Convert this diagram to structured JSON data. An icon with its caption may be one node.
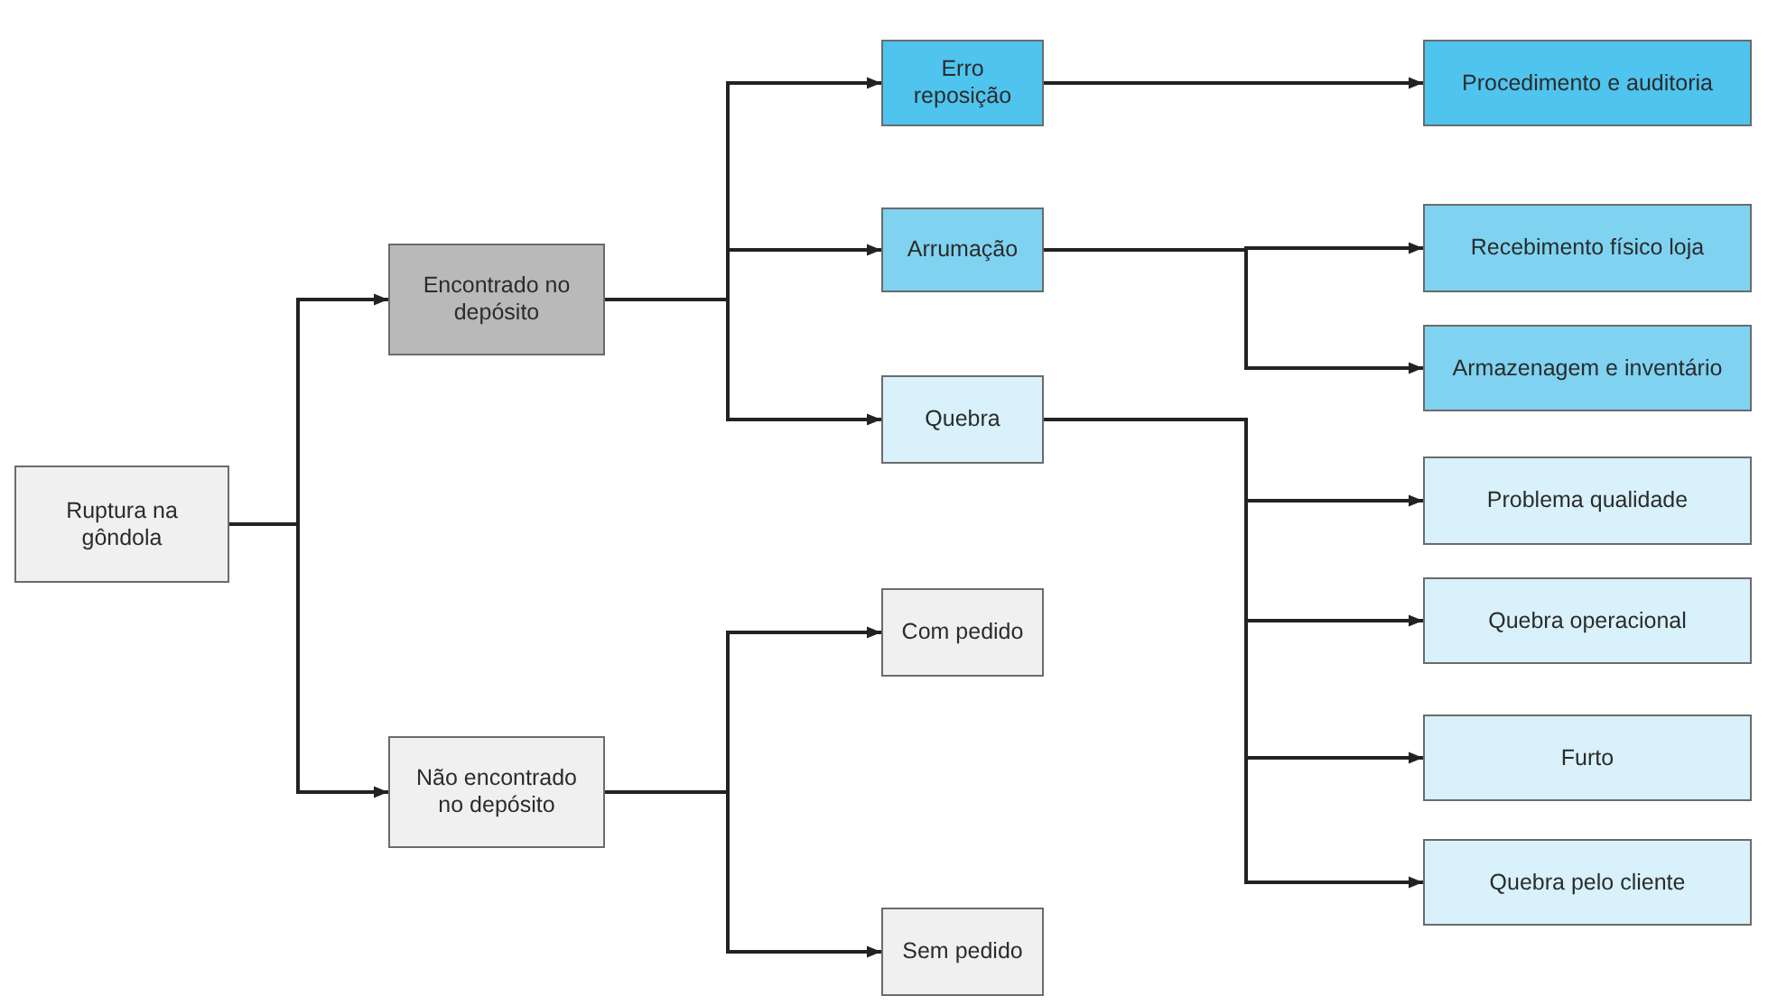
{
  "diagram": {
    "nodes": [
      {
        "text": [
          "Ruptura na gôndola"
        ]
      },
      {
        "text": [
          "Encontrado no depósito"
        ]
      },
      {
        "text": [
          "Não encontrado no depósito"
        ]
      },
      {
        "text": [
          "Erro reposição"
        ]
      },
      {
        "text": [
          "Arrumação"
        ]
      },
      {
        "text": [
          "Quebra"
        ]
      },
      {
        "text": [
          "Com pedido"
        ]
      },
      {
        "text": [
          "Sem pedido"
        ]
      },
      {
        "text": [
          "Procedimento e auditoria"
        ]
      },
      {
        "text": [
          "Recebimento físico loja"
        ]
      },
      {
        "text": [
          "Armazenagem e inventário"
        ]
      },
      {
        "text": [
          "Problema qualidade"
        ]
      },
      {
        "text": [
          "Quebra operacional"
        ]
      },
      {
        "text": [
          "Furto"
        ]
      },
      {
        "text": [
          "Quebra pelo cliente"
        ]
      }
    ],
    "edges": [
      {
        "from": 0,
        "to": 1,
        "arrow": "to"
      },
      {
        "from": 0,
        "to": 2,
        "arrow": "to"
      },
      {
        "from": 1,
        "to": 3,
        "arrow": "to"
      },
      {
        "from": 1,
        "to": 4,
        "arrow": "to"
      },
      {
        "from": 1,
        "to": 5,
        "arrow": "to"
      },
      {
        "from": 2,
        "to": 6,
        "arrow": "to"
      },
      {
        "from": 2,
        "to": 7,
        "arrow": "to"
      },
      {
        "from": 3,
        "to": 8,
        "arrow": "to"
      },
      {
        "from": 4,
        "to": 9,
        "arrow": "to"
      },
      {
        "from": 4,
        "to": 10,
        "arrow": "to"
      },
      {
        "from": 5,
        "to": 11,
        "arrow": "to"
      },
      {
        "from": 5,
        "to": 12,
        "arrow": "to"
      },
      {
        "from": 5,
        "to": 13,
        "arrow": "to"
      },
      {
        "from": 5,
        "to": 14,
        "arrow": "to"
      }
    ]
  }
}
